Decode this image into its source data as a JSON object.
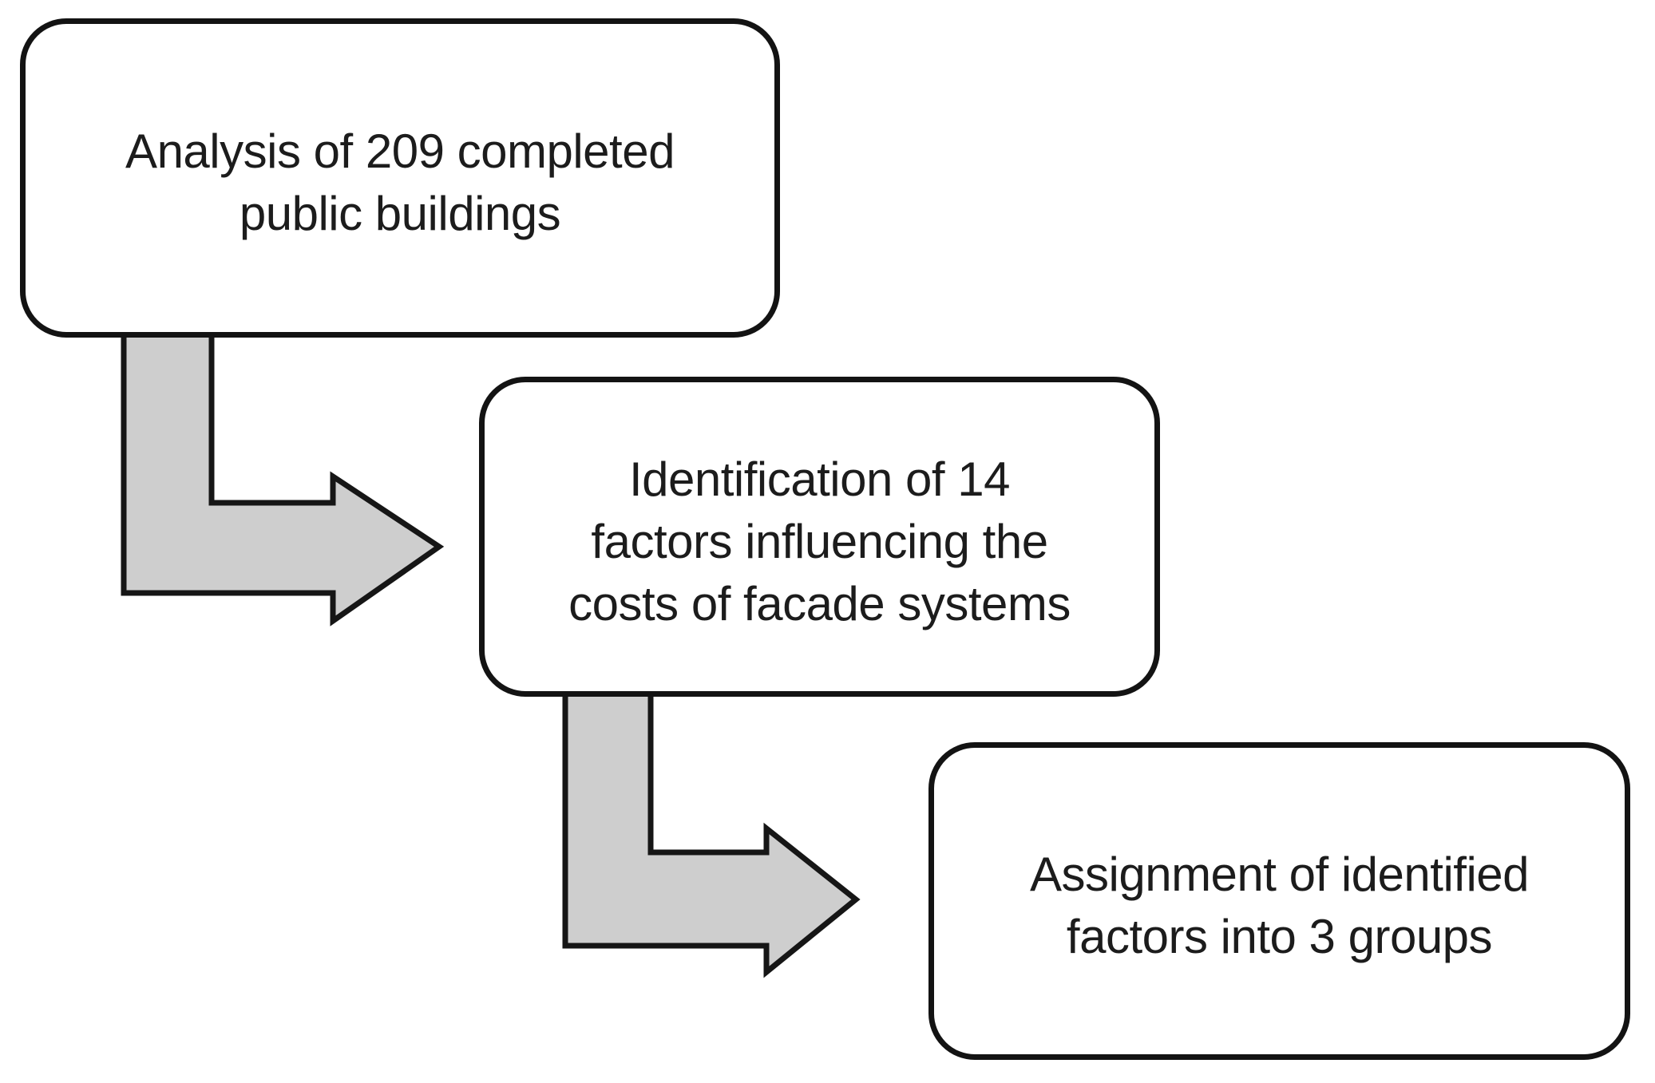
{
  "diagram": {
    "type": "flowchart",
    "description_title": "",
    "steps": [
      {
        "order": "1",
        "lines": [
          "Analysis of 209 completed",
          "public buildings"
        ],
        "full_text": "Analysis of 209 completed public buildings"
      },
      {
        "order": "2",
        "lines": [
          "Identification of 14",
          "factors influencing the",
          "costs of facade systems"
        ],
        "full_text": "Identification of 14 factors influencing the costs of facade systems"
      },
      {
        "order": "3",
        "lines": [
          "Assignment of identified",
          "factors into 3 groups"
        ],
        "full_text": "Assignment of identified factors into 3 groups"
      }
    ],
    "connectors": [
      {
        "name": "elbow-arrow-1",
        "from_step": "1",
        "to_step": "2",
        "direction": "down-then-right"
      },
      {
        "name": "elbow-arrow-2",
        "from_step": "2",
        "to_step": "3",
        "direction": "down-then-right"
      }
    ],
    "colors": {
      "page_bg": "#ffffff",
      "box_fill": "#ffffff",
      "box_border": "#131313",
      "text": "#1c1c1c",
      "arrow_fill": "#cecece",
      "arrow_outline": "#161616"
    }
  }
}
